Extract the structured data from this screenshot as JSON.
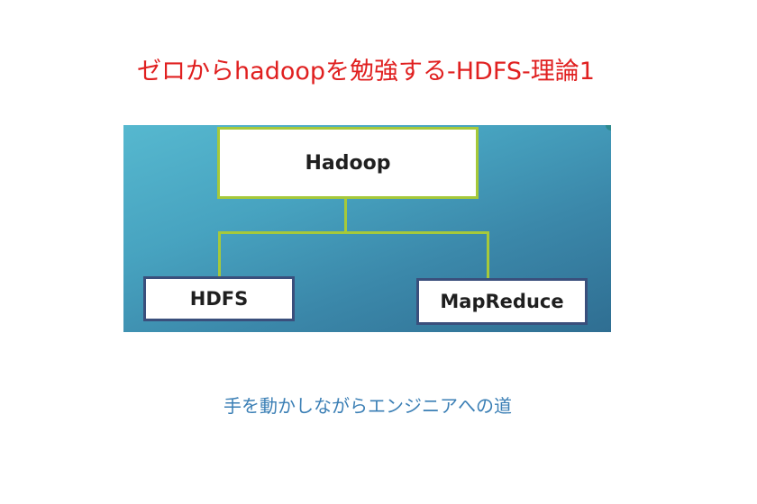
{
  "header": {
    "title": "ゼロからhadoopを勉強する-HDFS-理論1"
  },
  "diagram": {
    "root": {
      "label": "Hadoop"
    },
    "children": [
      {
        "label": "HDFS"
      },
      {
        "label": "MapReduce"
      }
    ],
    "colors": {
      "background": "#47a3c0",
      "root_border": "#a6c93a",
      "connector": "#a6c93a",
      "child_border": "#3a4f7c"
    }
  },
  "footer": {
    "subtitle": "手を動かしながらエンジニアへの道"
  }
}
